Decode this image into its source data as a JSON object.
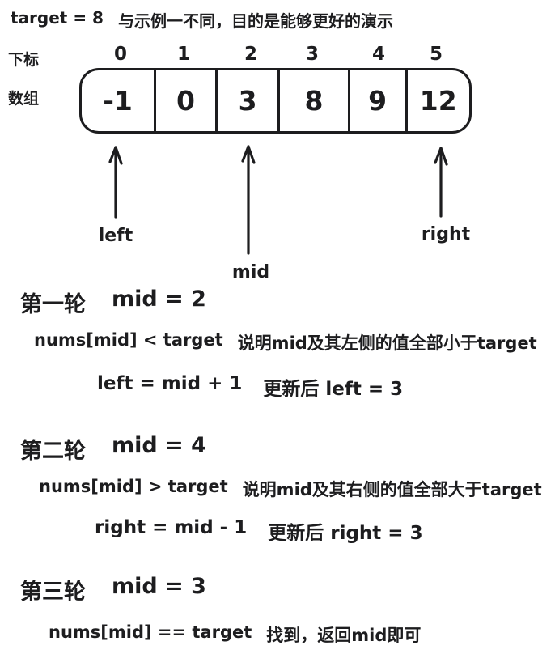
{
  "title": {
    "formula": "target = 8",
    "note": "与示例一不同，目的是能够更好的演示"
  },
  "array_diagram": {
    "index_row_label": "下标",
    "array_row_label": "数组",
    "indices": [
      "0",
      "1",
      "2",
      "3",
      "4",
      "5"
    ],
    "values": [
      "-1",
      "0",
      "3",
      "8",
      "9",
      "12"
    ],
    "pointers": {
      "left": {
        "label": "left"
      },
      "mid": {
        "label": "mid"
      },
      "right": {
        "label": "right"
      }
    }
  },
  "rounds": [
    {
      "heading": "第一轮",
      "mid_value": "mid = 2",
      "condition": "nums[mid] < target",
      "explanation": "说明mid及其左侧的值全部小于target",
      "update": "left = mid + 1",
      "update_result": "更新后 left = 3"
    },
    {
      "heading": "第二轮",
      "mid_value": "mid = 4",
      "condition": "nums[mid] > target",
      "explanation": "说明mid及其右侧的值全部大于target",
      "update": "right = mid - 1",
      "update_result": "更新后 right = 3"
    },
    {
      "heading": "第三轮",
      "mid_value": "mid = 3",
      "condition": "nums[mid] == target",
      "explanation": "找到，返回mid即可"
    }
  ],
  "colors": {
    "ink": "#1d1d1f",
    "background": "#ffffff"
  }
}
